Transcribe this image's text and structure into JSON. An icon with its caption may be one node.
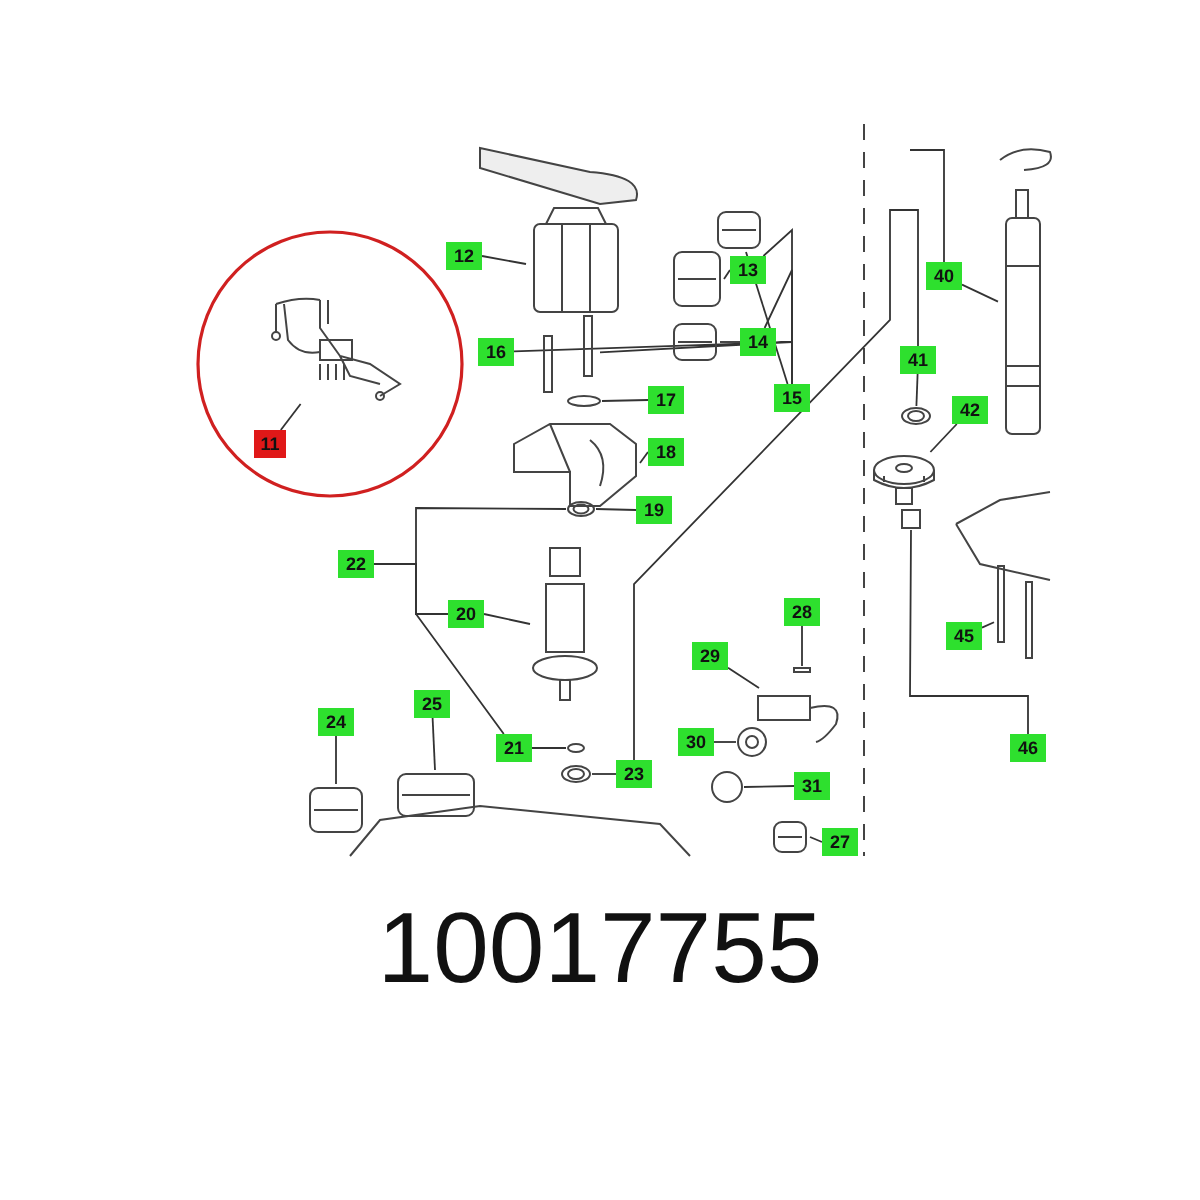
{
  "diagram": {
    "nodes": [
      {
        "text": [
          "11"
        ]
      },
      {
        "text": [],
        "shape": "picture"
      },
      {
        "text": [
          "12"
        ]
      },
      {
        "text": [],
        "shape": "picture"
      },
      {
        "text": [
          "13"
        ]
      },
      {
        "text": [],
        "shape": "picture"
      },
      {
        "text": [
          "14"
        ]
      },
      {
        "text": [],
        "shape": "picture"
      },
      {
        "text": [
          "15"
        ]
      },
      {
        "text": [],
        "shape": "picture"
      },
      {
        "text": [
          "16"
        ]
      },
      {
        "text": [],
        "shape": "picture"
      },
      {
        "text": [
          "17"
        ]
      },
      {
        "text": [],
        "shape": "circle"
      },
      {
        "text": [
          "18"
        ]
      },
      {
        "text": [],
        "shape": "picture"
      },
      {
        "text": [
          "19"
        ]
      },
      {
        "text": [],
        "shape": "picture"
      },
      {
        "text": [
          "22"
        ]
      },
      {
        "text": [
          "20"
        ]
      },
      {
        "text": [],
        "shape": "picture"
      },
      {
        "text": [
          "21"
        ]
      },
      {
        "text": [],
        "shape": "circle"
      },
      {
        "text": [
          "23"
        ]
      },
      {
        "text": [],
        "shape": "picture"
      },
      {
        "text": [
          "24"
        ]
      },
      {
        "text": [],
        "shape": "picture"
      },
      {
        "text": [
          "25"
        ]
      },
      {
        "text": [],
        "shape": "picture"
      },
      {
        "text": [
          "27"
        ]
      },
      {
        "text": [],
        "shape": "picture"
      },
      {
        "text": [
          "28"
        ]
      },
      {
        "text": [],
        "shape": "box"
      },
      {
        "text": [
          "29"
        ]
      },
      {
        "text": [],
        "shape": "picture"
      },
      {
        "text": [
          "30"
        ]
      },
      {
        "text": [],
        "shape": "picture"
      },
      {
        "text": [
          "31"
        ]
      },
      {
        "text": [],
        "shape": "circle"
      },
      {
        "text": [
          "40"
        ]
      },
      {
        "text": [],
        "shape": "picture"
      },
      {
        "text": [
          "41"
        ]
      },
      {
        "text": [],
        "shape": "picture"
      },
      {
        "text": [
          "42"
        ]
      },
      {
        "text": [],
        "shape": "picture"
      },
      {
        "text": [
          "45"
        ]
      },
      {
        "text": [],
        "shape": "picture"
      },
      {
        "text": [
          "46"
        ]
      },
      {
        "text": [],
        "shape": "box"
      }
    ],
    "edges": [
      {
        "from": 0,
        "to": 1,
        "arrow": "none"
      },
      {
        "from": 2,
        "to": 3,
        "arrow": "none"
      },
      {
        "from": 4,
        "to": 5,
        "arrow": "none"
      },
      {
        "from": 6,
        "to": 7,
        "arrow": "none"
      },
      {
        "from": 8,
        "to": 9,
        "arrow": "none"
      },
      {
        "from": 8,
        "to": 4,
        "arrow": "none"
      },
      {
        "from": 8,
        "to": 6,
        "arrow": "none"
      },
      {
        "from": 10,
        "to": 11,
        "arrow": "none"
      },
      {
        "from": 12,
        "to": 13,
        "arrow": "none"
      },
      {
        "from": 14,
        "to": 15,
        "arrow": "none"
      },
      {
        "from": 16,
        "to": 17,
        "arrow": "none"
      },
      {
        "from": 18,
        "to": 17,
        "arrow": "none"
      },
      {
        "from": 18,
        "to": 19,
        "arrow": "none"
      },
      {
        "from": 18,
        "to": 21,
        "arrow": "none"
      },
      {
        "from": 19,
        "to": 20,
        "arrow": "none"
      },
      {
        "from": 21,
        "to": 22,
        "arrow": "none"
      },
      {
        "from": 23,
        "to": 24,
        "arrow": "none"
      },
      {
        "from": 23,
        "to": 41,
        "arrow": "none"
      },
      {
        "from": 25,
        "to": 26,
        "arrow": "none"
      },
      {
        "from": 27,
        "to": 28,
        "arrow": "none"
      },
      {
        "from": 29,
        "to": 30,
        "arrow": "none"
      },
      {
        "from": 31,
        "to": 32,
        "arrow": "none"
      },
      {
        "from": 33,
        "to": 34,
        "arrow": "none"
      },
      {
        "from": 35,
        "to": 36,
        "arrow": "none"
      },
      {
        "from": 37,
        "to": 38,
        "arrow": "none"
      },
      {
        "from": null,
        "to": 39,
        "arrow": "none"
      },
      {
        "from": 39,
        "to": 40,
        "arrow": "none"
      },
      {
        "from": 41,
        "to": 42,
        "arrow": "none"
      },
      {
        "from": 43,
        "to": 44,
        "arrow": "none"
      },
      {
        "from": 45,
        "to": 46,
        "arrow": "none"
      },
      {
        "from": 47,
        "to": 48,
        "arrow": "none"
      }
    ],
    "labels": [
      "10017755"
    ]
  }
}
